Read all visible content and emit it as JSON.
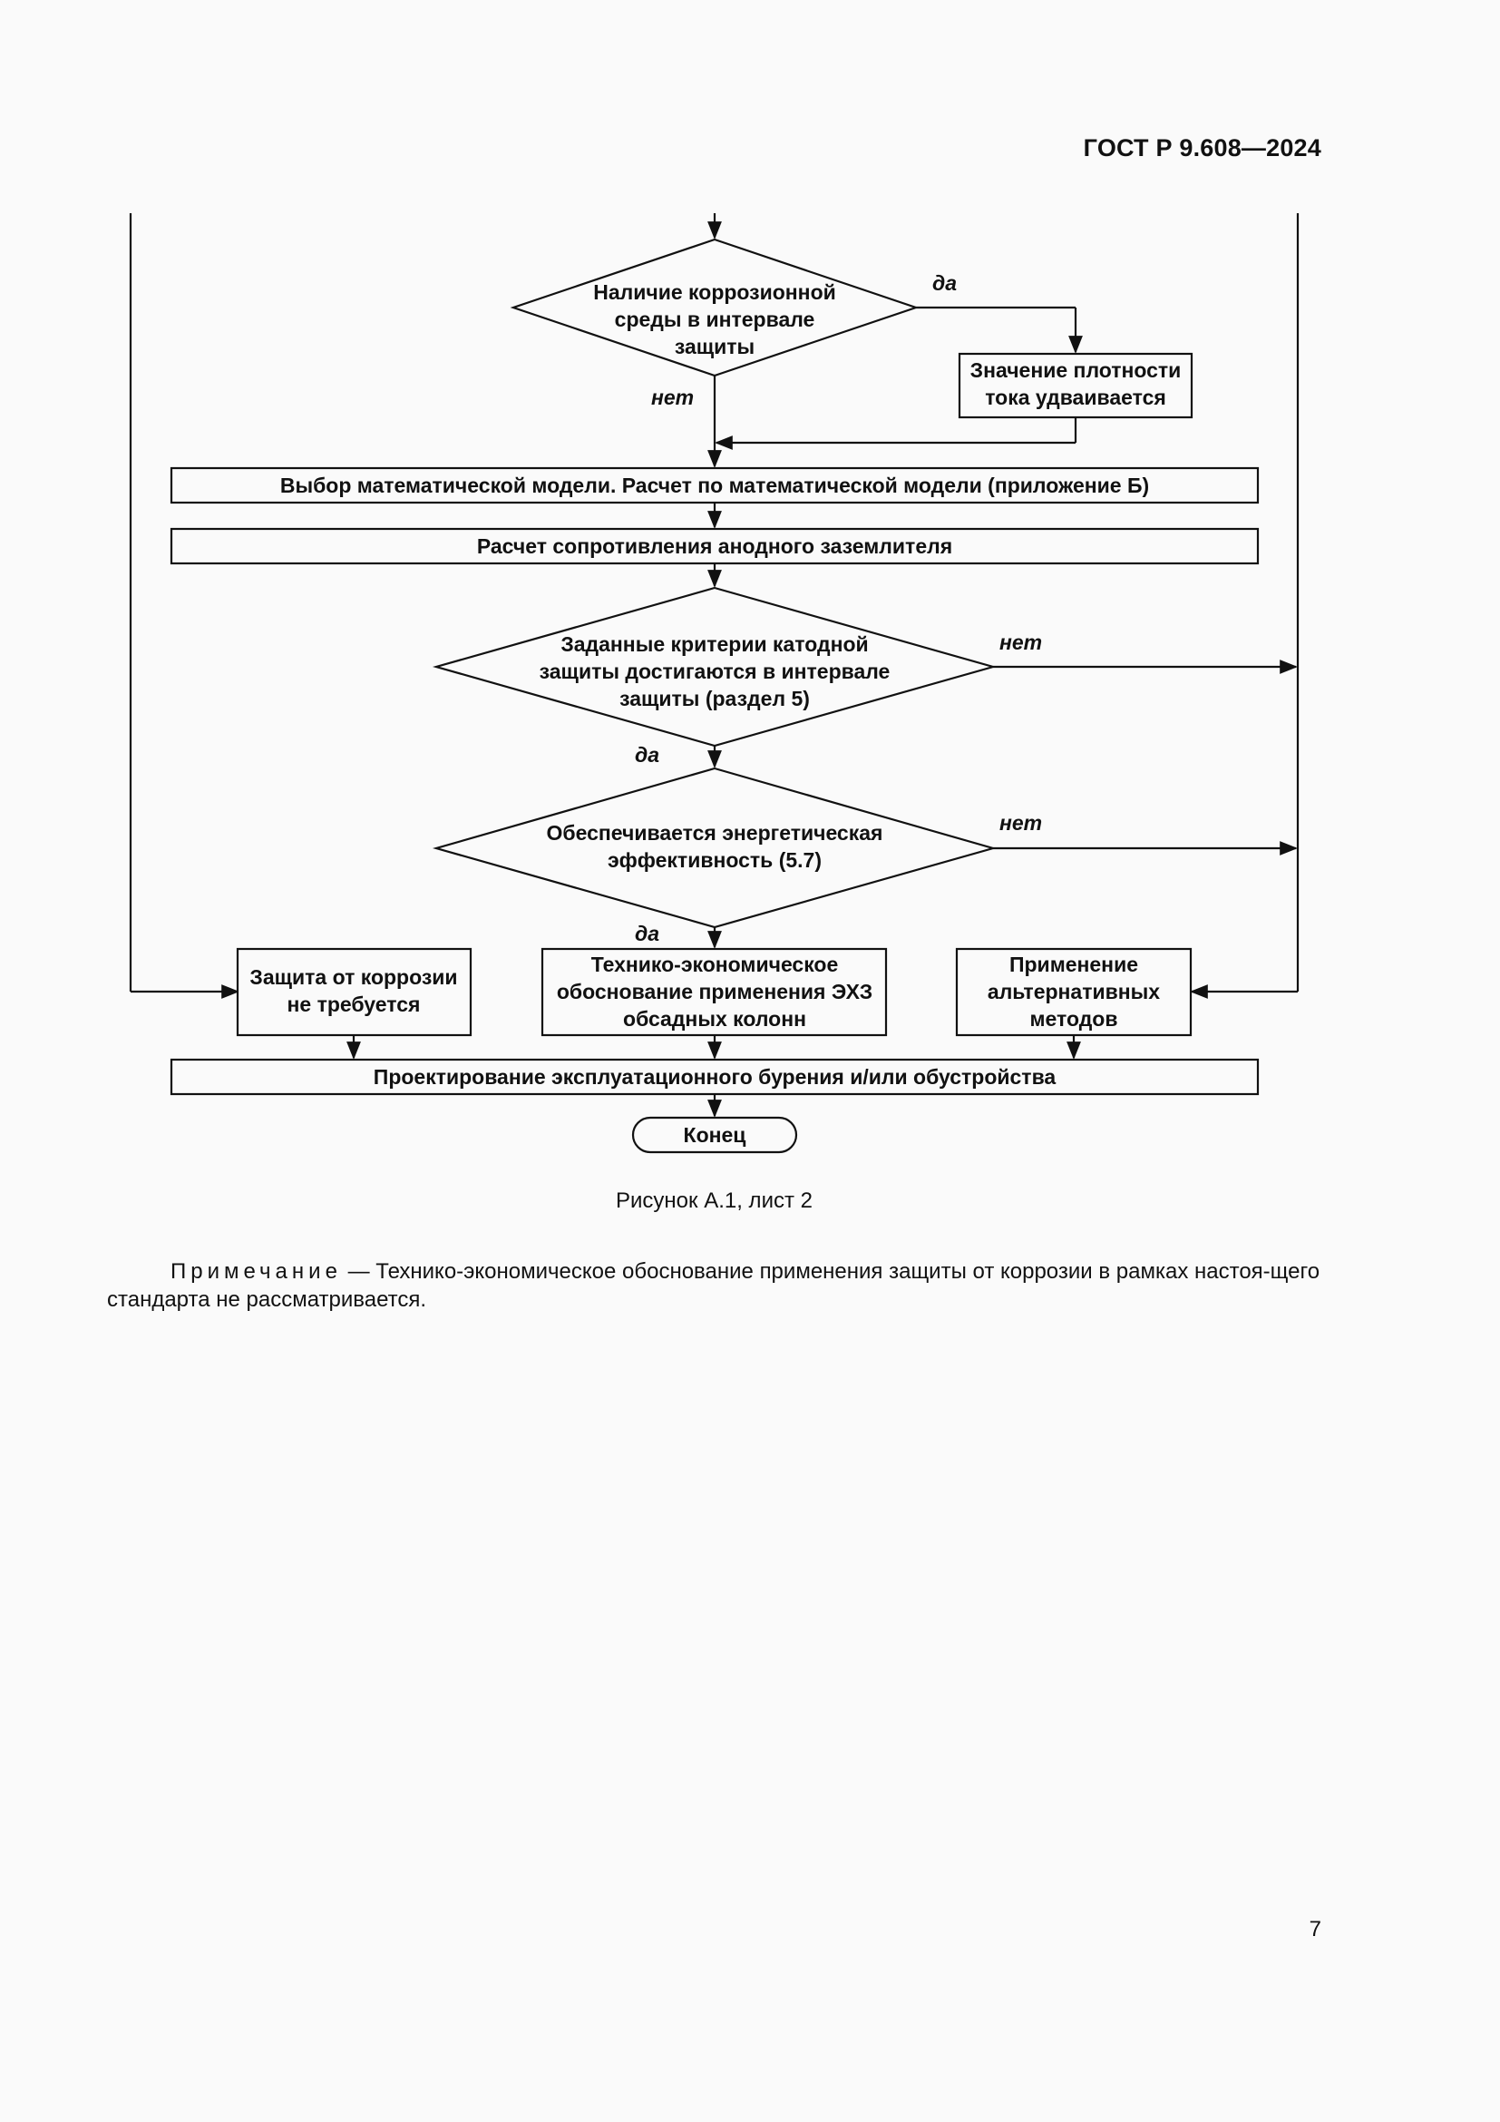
{
  "header": {
    "standard_id": "ГОСТ Р 9.608—2024"
  },
  "flowchart": {
    "decision_corrosive": [
      "Наличие коррозионной",
      "среды в интервале",
      "защиты"
    ],
    "label_yes_1": "да",
    "label_no_1": "нет",
    "box_density": [
      "Значение плотности",
      "тока удваивается"
    ],
    "box_model": "Выбор математической модели. Расчет по математической модели (приложение Б)",
    "box_resistance": "Расчет сопротивления анодного заземлителя",
    "decision_criteria": [
      "Заданные критерии катодной",
      "защиты достигаются в интервале",
      "защиты (раздел 5)"
    ],
    "label_no_2": "нет",
    "label_yes_2": "да",
    "decision_energy": [
      "Обеспечивается энергетическая",
      "эффективность (5.7)"
    ],
    "label_no_3": "нет",
    "label_yes_3": "да",
    "box_no_protection": [
      "Защита от коррозии",
      "не требуется"
    ],
    "box_feasibility": [
      "Технико-экономическое",
      "обоснование применения ЭХЗ",
      "обсадных колонн"
    ],
    "box_alternative": [
      "Применение",
      "альтернативных",
      "методов"
    ],
    "box_design": "Проектирование эксплуатационного бурения и/или обустройства",
    "terminal_end": "Конец"
  },
  "caption": "Рисунок А.1, лист 2",
  "note": {
    "label": "Примечание",
    "text": " — Технико-экономическое обоснование применения защиты от коррозии в рамках настоя-щего стандарта не рассматривается."
  },
  "page_number": "7"
}
